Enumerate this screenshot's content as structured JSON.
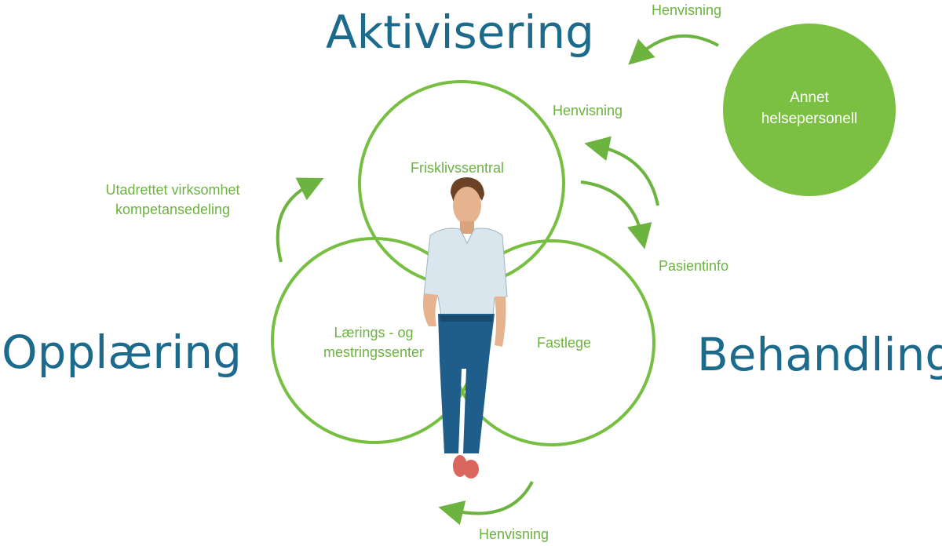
{
  "headings": {
    "aktivisering": "Aktivisering",
    "opplaering": "Opplæring",
    "behandling": "Behandling"
  },
  "circles": {
    "frisklivssentral": "Frisklivssentral",
    "laerings_line1": "Lærings - og",
    "laerings_line2": "mestringssenter",
    "fastlege": "Fastlege"
  },
  "annet": {
    "line1": "Annet",
    "line2": "helsepersonell"
  },
  "arrows": {
    "henvisning_top": "Henvisning",
    "henvisning_right": "Henvisning",
    "pasientinfo": "Pasientinfo",
    "utadrettet_line1": "Utadrettet virksomhet",
    "utadrettet_line2": "kompetansedeling",
    "henvisning_bottom": "Henvisning"
  },
  "colors": {
    "green": "#6cb33f",
    "green_fill": "#7cc043",
    "blue": "#1c6b8c"
  }
}
